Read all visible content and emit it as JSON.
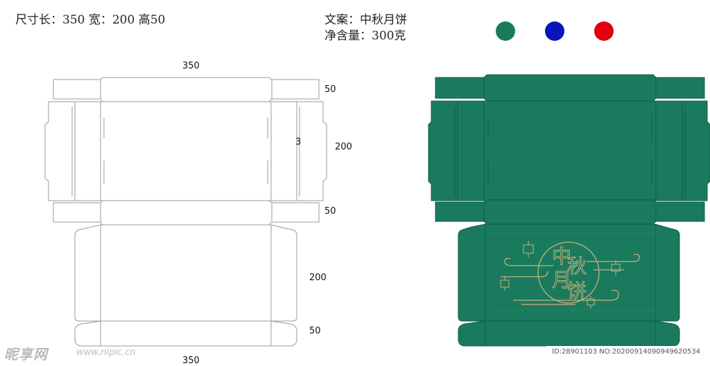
{
  "spec": {
    "size_label": "尺寸长：350 宽：200 高50",
    "copy_label": "文案：中秋月饼",
    "weight_label": "净含量：300克"
  },
  "swatches": {
    "green": "#1a7a5e",
    "blue": "#0a14b8",
    "red": "#e00010"
  },
  "dieline": {
    "top_width": "350",
    "flap_top": "50",
    "side_mark": "3",
    "side_height": "200",
    "flap_mid": "50",
    "lid_height": "200",
    "flap_bottom": "50",
    "bottom_width": "350"
  },
  "artwork": {
    "box_color": "#1a7a5e",
    "line_color": "#c9b27a",
    "title_chars": [
      "中",
      "秋",
      "月",
      "饼"
    ]
  },
  "watermark": {
    "brand": "昵享网",
    "url": "www.nipic.cn",
    "id": "ID:28901103 NO:20200914090949620534"
  }
}
